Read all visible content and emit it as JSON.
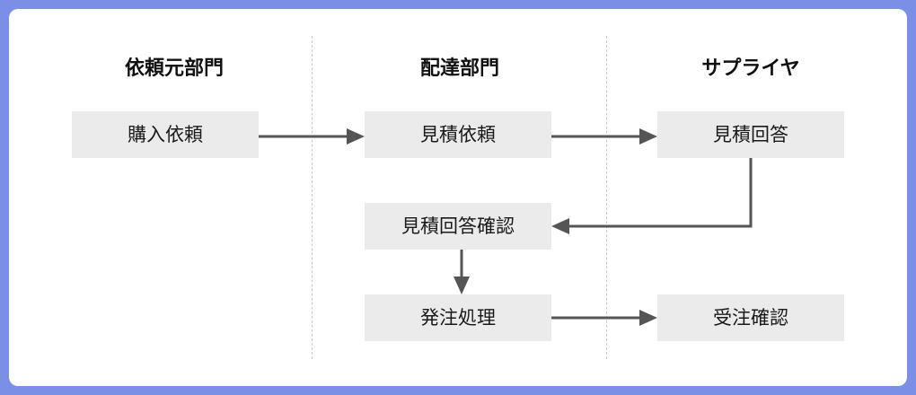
{
  "lanes": {
    "requester": "依頼元部門",
    "delivery": "配達部門",
    "supplier": "サプライヤ"
  },
  "steps": {
    "purchase_request": "購入依頼",
    "quote_request": "見積依頼",
    "quote_answer": "見積回答",
    "quote_answer_confirm": "見積回答確認",
    "order_processing": "発注処理",
    "order_confirm": "受注確認"
  },
  "colors": {
    "frame_border": "#7b8fe6",
    "box_fill": "#ebebeb",
    "arrow": "#555555",
    "divider": "#c8c8c8"
  }
}
